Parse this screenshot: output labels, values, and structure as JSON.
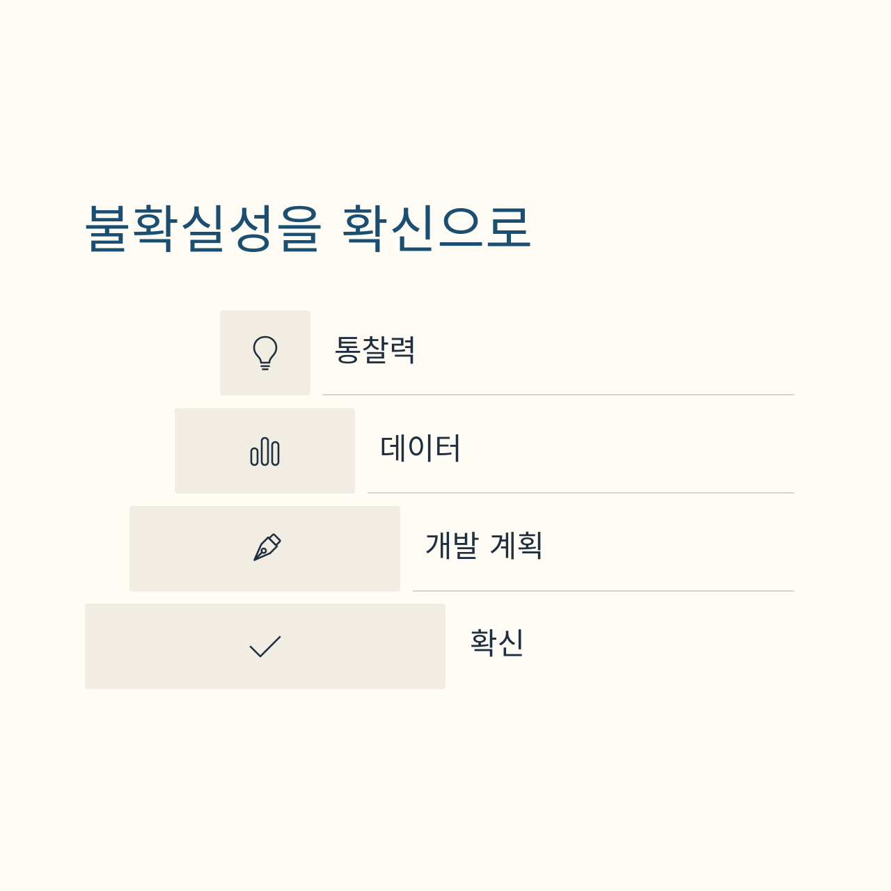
{
  "title": "불확실성을 확신으로",
  "steps": [
    {
      "label": "통찰력",
      "icon": "lightbulb-icon"
    },
    {
      "label": "데이터",
      "icon": "bar-chart-icon"
    },
    {
      "label": "개발 계획",
      "icon": "pen-nib-icon"
    },
    {
      "label": "확신",
      "icon": "checkmark-icon"
    }
  ],
  "colors": {
    "background": "#FFFCF5",
    "title": "#1B4F72",
    "block": "#F2EDE3",
    "text": "#1E3040",
    "rule": "#D3D7D1"
  }
}
